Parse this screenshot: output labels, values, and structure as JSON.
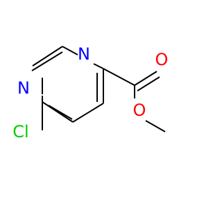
{
  "molecule": {
    "atoms": {
      "n1": {
        "label": "N",
        "color": "#0000ff"
      },
      "n2": {
        "label": "N",
        "color": "#0000ff"
      },
      "cl": {
        "label": "Cl",
        "color": "#00cc00"
      },
      "o1": {
        "label": "O",
        "color": "#ff0000"
      },
      "o2": {
        "label": "O",
        "color": "#ff0000"
      }
    },
    "bond_color": "#000000"
  }
}
